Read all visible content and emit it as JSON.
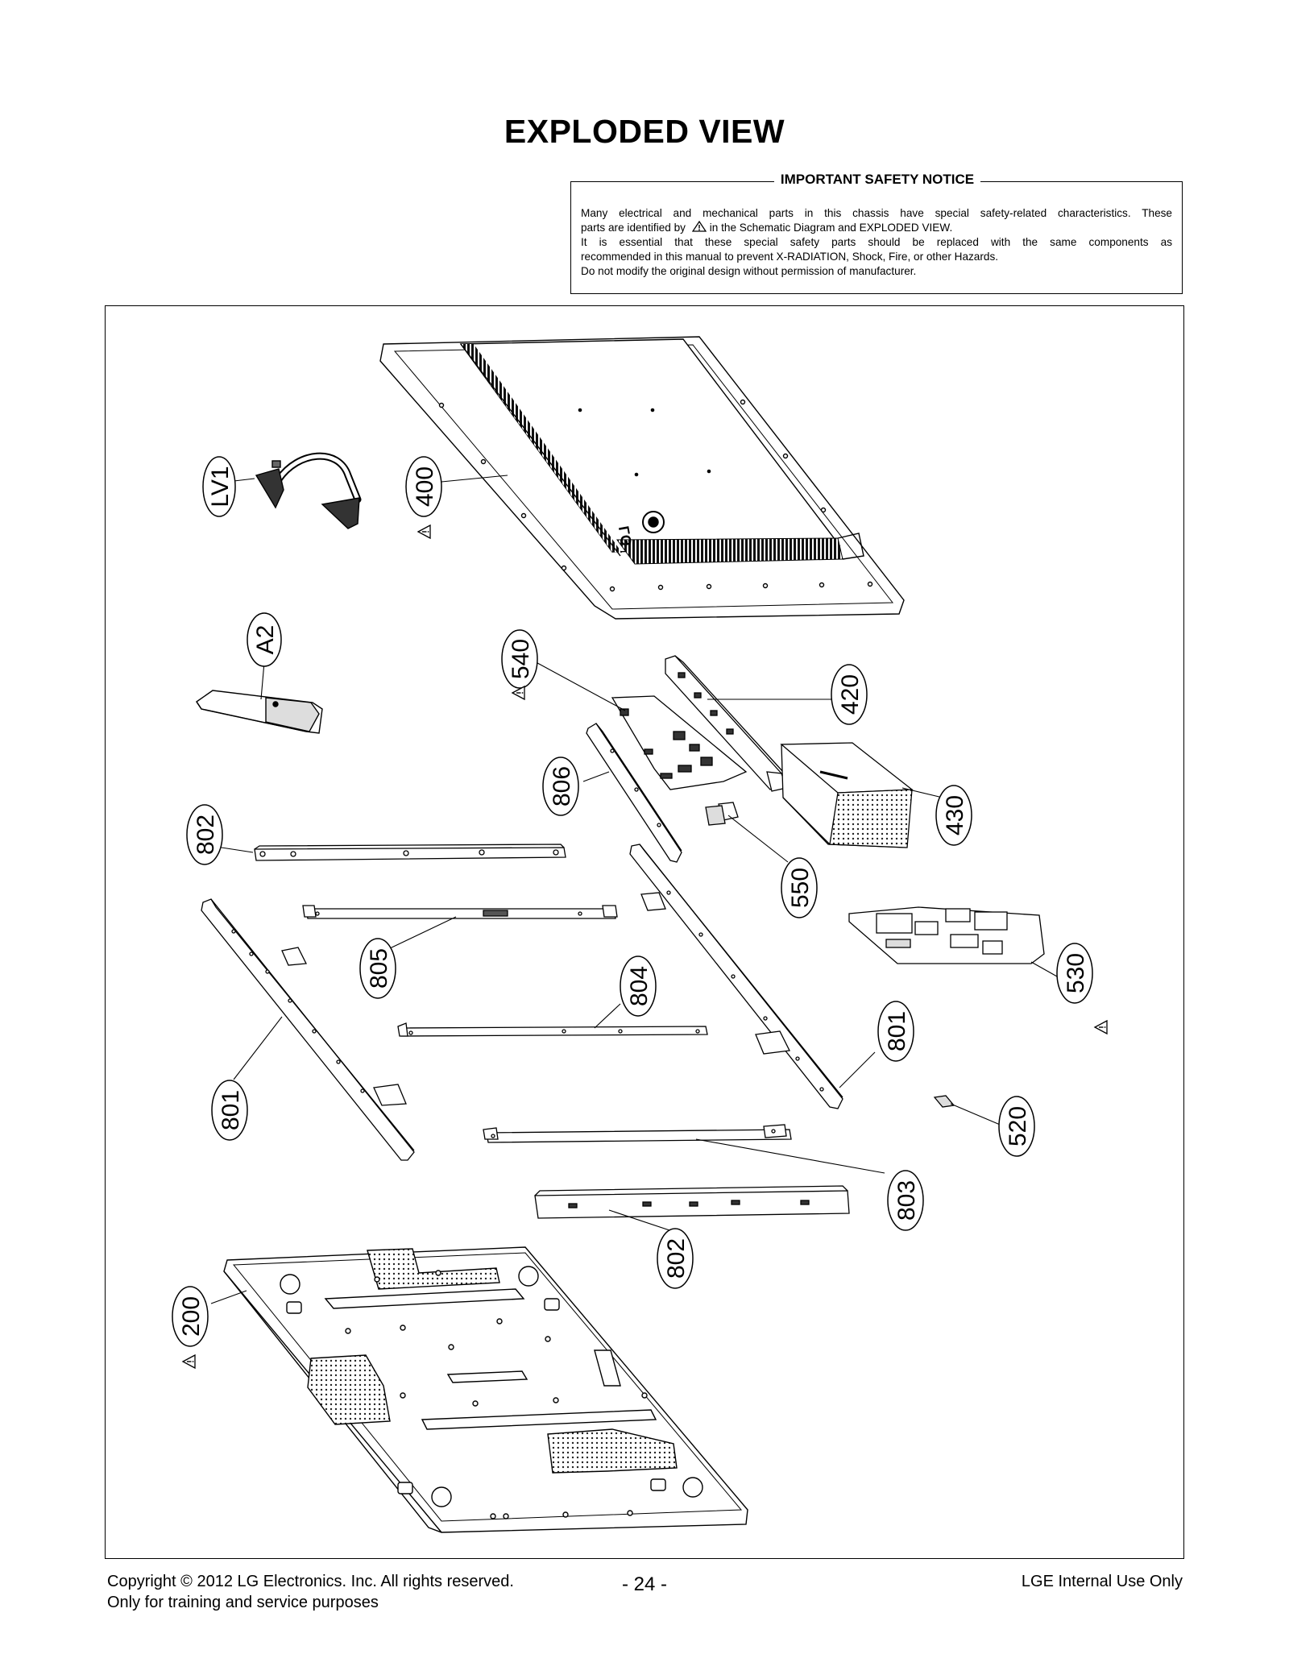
{
  "page": {
    "title": "EXPLODED VIEW"
  },
  "safety_notice": {
    "title": "IMPORTANT SAFETY NOTICE",
    "line1": "Many electrical and mechanical parts in this chassis have special safety-related characteristics. These",
    "line2_pre": "parts are identified by",
    "line2_post": "in the Schematic Diagram and EXPLODED VIEW.",
    "line3": "It is essential that these special safety parts should be replaced with the same components as",
    "line4": "recommended in this manual to prevent X-RADIATION, Shock, Fire, or other Hazards.",
    "line5": "Do not modify the original design without permission of manufacturer."
  },
  "parts": {
    "p400": "400",
    "pLV1": "LV1",
    "pA2": "A2",
    "p540": "540",
    "p420": "420",
    "p430": "430",
    "p806": "806",
    "p550": "550",
    "p802a": "802",
    "p805": "805",
    "p801a": "801",
    "p804": "804",
    "p801b": "801",
    "p530": "530",
    "p520": "520",
    "p803": "803",
    "p802b": "802",
    "p200": "200"
  },
  "panel_logo": "LG",
  "footer": {
    "copyright": "Copyright  © 2012  LG Electronics. Inc. All rights reserved.",
    "purpose": "Only for training and service purposes",
    "page_number": "- 24 -",
    "internal": "LGE Internal Use Only"
  }
}
